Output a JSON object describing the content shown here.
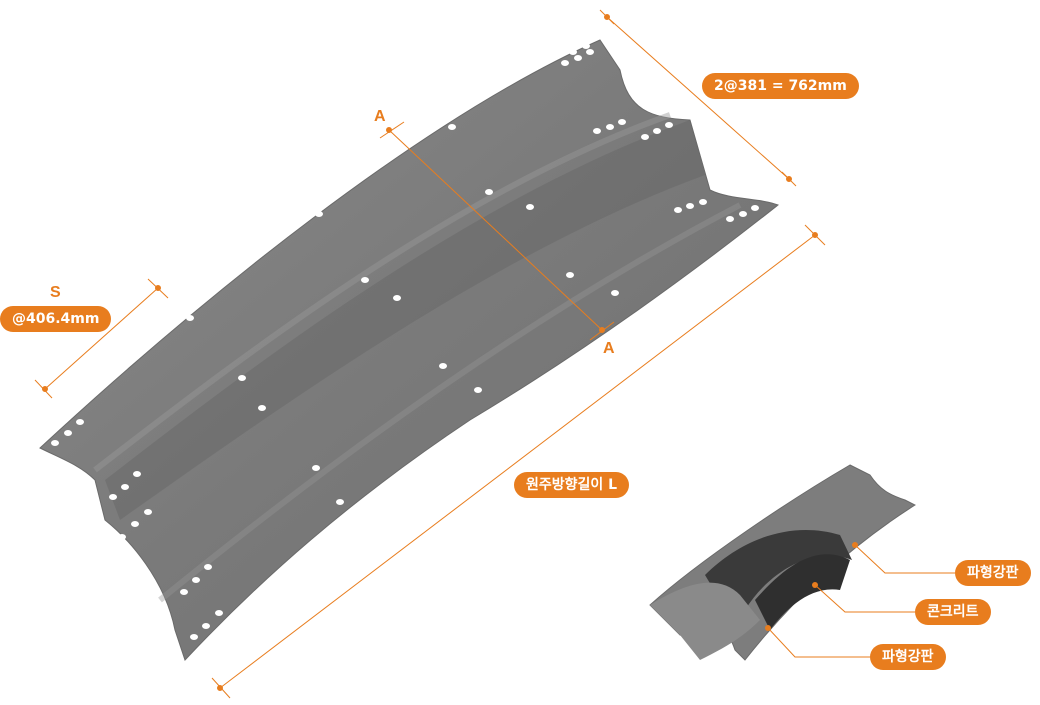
{
  "dimensions": {
    "pitch_label": "2@381 = 762mm",
    "spacing_letter": "S",
    "spacing_label": "@406.4mm",
    "length_label": "원주방향길이 L"
  },
  "section": {
    "top_label": "A",
    "bottom_label": "A"
  },
  "composite": {
    "layer_top": "파형강판",
    "layer_middle": "콘크리트",
    "layer_bottom": "파형강판"
  },
  "colors": {
    "accent": "#e87d1e",
    "plate": "#7d7d7d",
    "plate_shadow": "#5f5f5f",
    "concrete": "#3a3a3a"
  }
}
